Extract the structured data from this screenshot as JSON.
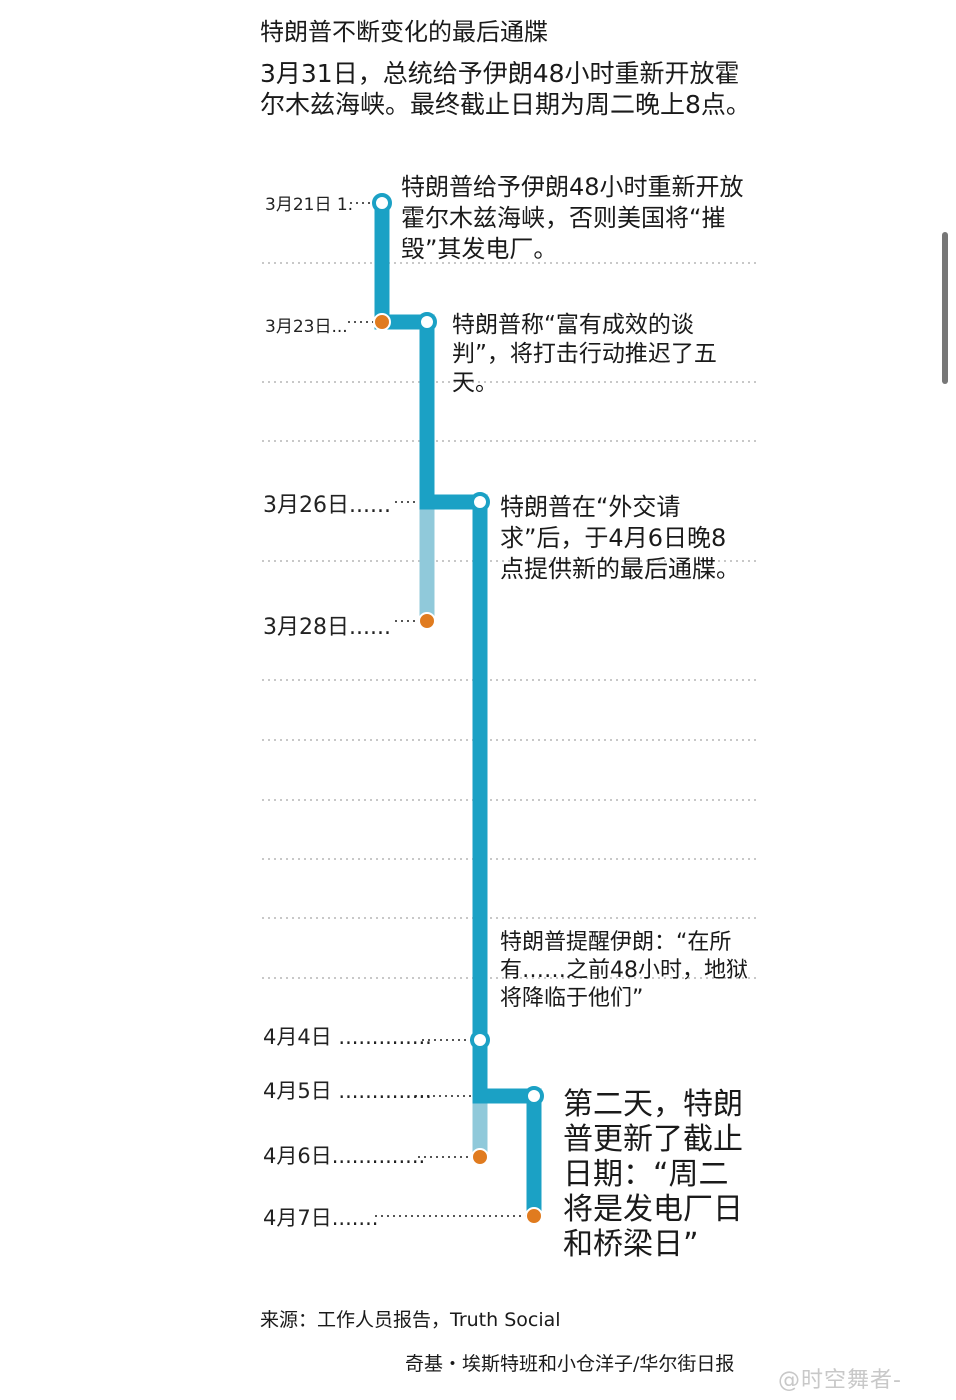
{
  "title": "特朗普不断变化的最后通牒",
  "subtitle": "3月31日，总统给予伊朗48小时重新开放霍尔木兹海峡。最终截止日期为周二晚上8点。",
  "source": "来源：工作人员报告，Truth Social",
  "credit": "奇基・埃斯特班和小仓洋子/华尔街日报",
  "watermark": "@时空舞者-",
  "colors": {
    "line": "#1ba1c5",
    "line_faded": "#90c9da",
    "start_dot": "#1ba1c5",
    "deadline_dot": "#e07b1f",
    "grid": "#c8c8c8"
  },
  "chart_data": {
    "type": "timeline",
    "dates": [
      {
        "label": "3月21日 1.",
        "date": "3月21日"
      },
      {
        "label": "3月23日...",
        "date": "3月23日"
      },
      {
        "label": "3月26日......",
        "date": "3月26日"
      },
      {
        "label": "3月28日......",
        "date": "3月28日"
      },
      {
        "label": "4月4日 ..............",
        "date": "4月4日"
      },
      {
        "label": "4月5日 ..............",
        "date": "4月5日"
      },
      {
        "label": "4月6日..............",
        "date": "4月6日"
      },
      {
        "label": "4月7日.......",
        "date": "4月7日"
      }
    ],
    "announcements": [
      {
        "date": "3月21日",
        "text": "特朗普给予伊朗48小时重新开放霍尔木兹海峡，否则美国将“摧毁”其发电厂。"
      },
      {
        "date": "3月23日",
        "text": "特朗普称“富有成效的谈判”，将打击行动推迟了五天。"
      },
      {
        "date": "3月26日",
        "text": "特朗普在“外交请求”后，于4月6日晚8点提供新的最后通牒。"
      },
      {
        "date": "4月4日",
        "text": "特朗普提醒伊朗：“在所有……之前48小时，地狱将降临于他们”"
      },
      {
        "date": "4月5日",
        "text": "第二天，特朗普更新了截止日期：“周二将是发电厂日和桥梁日”"
      }
    ],
    "deadlines": [
      {
        "announced": "3月21日",
        "deadline": "3月23日",
        "superseded_on": "3月23日"
      },
      {
        "announced": "3月23日",
        "deadline": "3月28日",
        "superseded_on": "3月26日"
      },
      {
        "announced": "3月26日",
        "deadline": "4月6日",
        "superseded_on": "4月5日"
      },
      {
        "announced": "4月5日",
        "deadline": "4月7日",
        "superseded_on": null
      }
    ]
  }
}
